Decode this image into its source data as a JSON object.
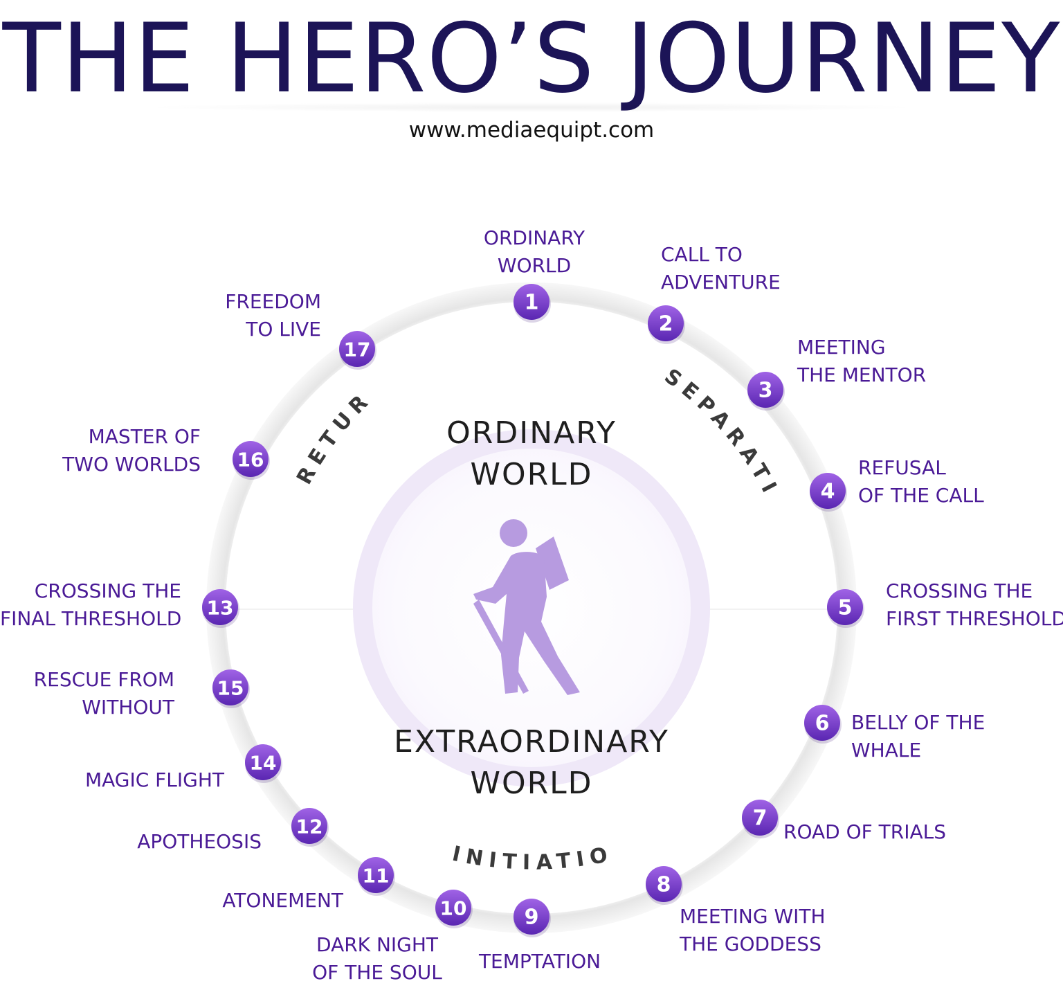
{
  "header": {
    "title": "THE HERO’S JOURNEY",
    "url": "www.mediaequipt.com"
  },
  "center": {
    "top_lines": [
      "ORDINARY",
      "WORLD"
    ],
    "bottom_lines": [
      "EXTRAORDINARY",
      "WORLD"
    ],
    "icon": "hiker-icon"
  },
  "phases": [
    "SEPARATION",
    "INITIATION",
    "RETURN"
  ],
  "stages": [
    {
      "num": "1",
      "lines": [
        "ORDINARY",
        "WORLD"
      ]
    },
    {
      "num": "2",
      "lines": [
        "CALL TO",
        "ADVENTURE"
      ]
    },
    {
      "num": "3",
      "lines": [
        "MEETING",
        "THE MENTOR"
      ]
    },
    {
      "num": "4",
      "lines": [
        "REFUSAL",
        "OF THE CALL"
      ]
    },
    {
      "num": "5",
      "lines": [
        "CROSSING THE",
        "FIRST THRESHOLD"
      ]
    },
    {
      "num": "6",
      "lines": [
        "BELLY OF THE",
        "WHALE"
      ]
    },
    {
      "num": "7",
      "lines": [
        "ROAD OF TRIALS"
      ]
    },
    {
      "num": "8",
      "lines": [
        "MEETING WITH",
        "THE GODDESS"
      ]
    },
    {
      "num": "9",
      "lines": [
        "TEMPTATION"
      ]
    },
    {
      "num": "10",
      "lines": [
        "DARK NIGHT",
        "OF THE SOUL"
      ]
    },
    {
      "num": "11",
      "lines": [
        "ATONEMENT"
      ]
    },
    {
      "num": "12",
      "lines": [
        "APOTHEOSIS"
      ]
    },
    {
      "num": "13",
      "lines": [
        "CROSSING THE",
        "FINAL THRESHOLD"
      ]
    },
    {
      "num": "14",
      "lines": [
        "MAGIC FLIGHT"
      ]
    },
    {
      "num": "15",
      "lines": [
        "RESCUE FROM",
        "WITHOUT"
      ]
    },
    {
      "num": "16",
      "lines": [
        "MASTER OF",
        "TWO WORLDS"
      ]
    },
    {
      "num": "17",
      "lines": [
        "FREEDOM",
        "TO LIVE"
      ]
    }
  ],
  "colors": {
    "title": "#1c1457",
    "label": "#4a1a96",
    "badge_light": "#9a5ae2",
    "badge_dark": "#5f2bb8",
    "inner_ring": "#efe8f8",
    "hiker": "#b79be0"
  }
}
